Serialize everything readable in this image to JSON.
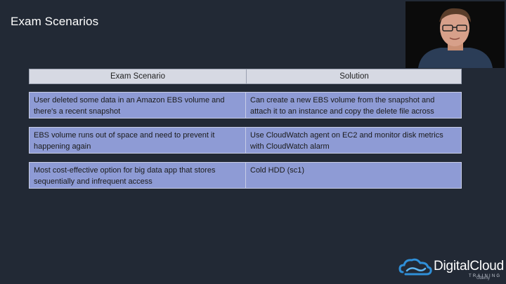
{
  "slide": {
    "title": "Exam Scenarios"
  },
  "table": {
    "headers": [
      "Exam Scenario",
      "Solution"
    ],
    "rows": [
      {
        "scenario": "User deleted some data in an Amazon EBS volume and there's a recent snapshot",
        "solution": "Can create a new EBS volume from the snapshot and attach it to an instance and copy the delete file across"
      },
      {
        "scenario": "EBS volume runs out of space and need to prevent it happening again",
        "solution": "Use CloudWatch agent on EC2 and monitor disk metrics with CloudWatch alarm"
      },
      {
        "scenario": "Most cost-effective option for big data app that stores sequentially and infrequent access",
        "solution": "Cold HDD (sc1)"
      }
    ]
  },
  "brand": {
    "name": "DigitalCloud",
    "tagline": "TRAINING",
    "watermark": "Udemy"
  },
  "colors": {
    "background": "#222935",
    "row_fill": "#8e9bd5",
    "header_fill": "#d6d9e3",
    "logo_blue": "#2f8fd8"
  }
}
